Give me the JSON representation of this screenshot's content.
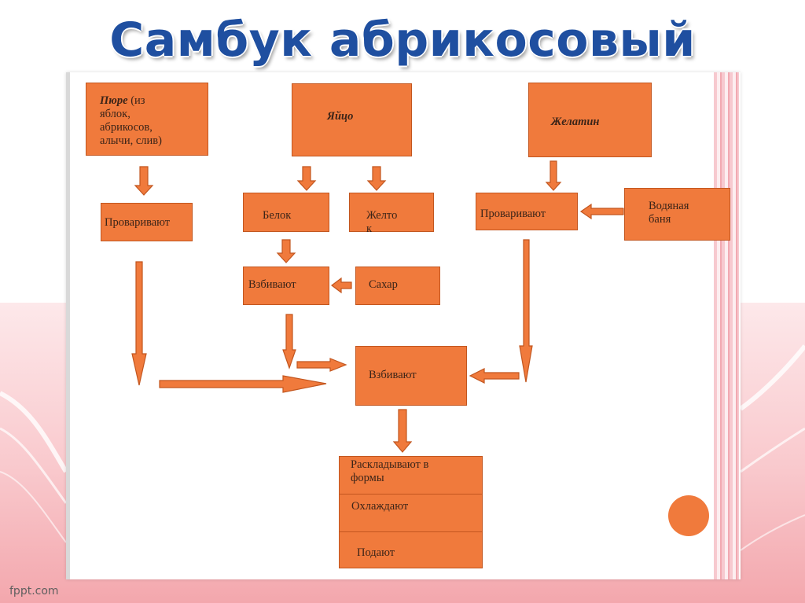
{
  "title": "Самбук абрикосовый",
  "boxes": {
    "pure_bold": "Пюре",
    "pure_rest_1": " (из",
    "pure_rest_2": "яблок,",
    "pure_rest_3": "абрикосов,",
    "pure_rest_4": "алычи, слив)",
    "yaitso": "Яйцо",
    "zhelatin": "Желатин",
    "provarivayut_1": "Проваривают",
    "belok": "Белок",
    "zheltok_1": "Желто",
    "zheltok_2": "к",
    "provarivayut_2": "Проваривают",
    "vodyanaya_1": "Водяная",
    "vodyanaya_2": "баня",
    "vzbivayut_1": "Взбивают",
    "sahar": "Сахар",
    "vzbivayut_2": "Взбивают",
    "raskladyvayut_1": "Раскладывают в",
    "raskladyvayut_2": "формы",
    "ohlazhdayut": "Охлаждают",
    "podayut": "Подают"
  },
  "watermark": "fppt.com",
  "colors": {
    "box_fill": "#f07a3c",
    "box_border": "#c2561f",
    "title": "#1f4fa0"
  }
}
